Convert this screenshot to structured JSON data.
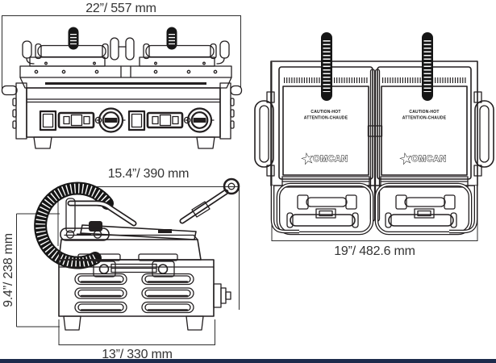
{
  "document": {
    "background_color": "#ffffff",
    "line_color": "#231f20",
    "text_color": "#333333",
    "footer_bar_color": "#1d2b4c"
  },
  "front_view": {
    "width_label": "22”/ 557 mm"
  },
  "top_view": {
    "width_label": "19”/ 482.6 mm",
    "caution_line1": "CAUTION-HOT",
    "caution_line2": "ATTENTION-CHAUDE",
    "brand": "OMCAN",
    "star_glyph": "★"
  },
  "side_view": {
    "depth_label": "15.4”/ 390 mm",
    "height_label": "9.4”/ 238 mm",
    "base_depth_label": "13”/ 330 mm"
  }
}
